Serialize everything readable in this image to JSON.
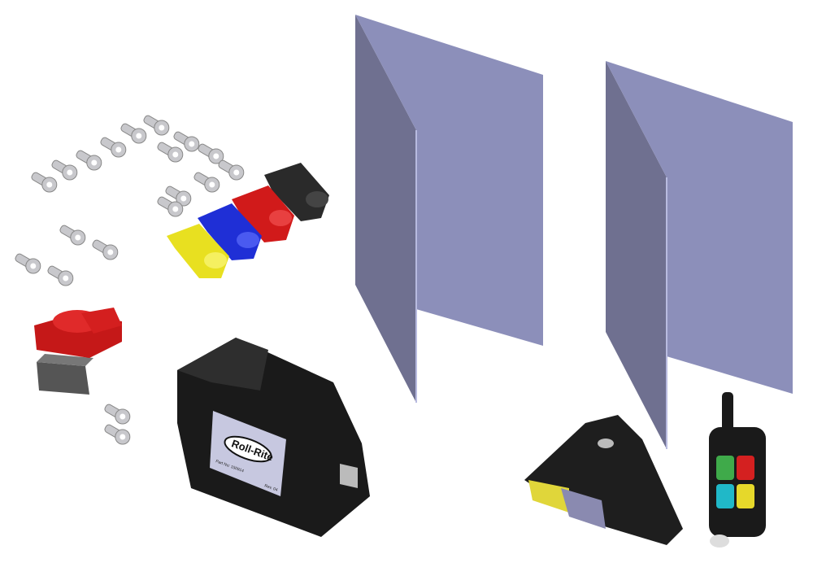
{
  "logo": "Roll-Rite",
  "label_part_no": "Part No: 150914",
  "label_rev": "Rev. 04",
  "colors": {
    "panel_front": "#8c8fba",
    "panel_side": "#6f7090",
    "housing": "#1a1a1a",
    "label": "#c7c8e0",
    "cap_red": "#d11a1a",
    "cap_blue": "#1f2fd6",
    "cap_yellow": "#e8e020",
    "cap_black": "#2a2a2a",
    "lug": "#c8c8cc"
  }
}
